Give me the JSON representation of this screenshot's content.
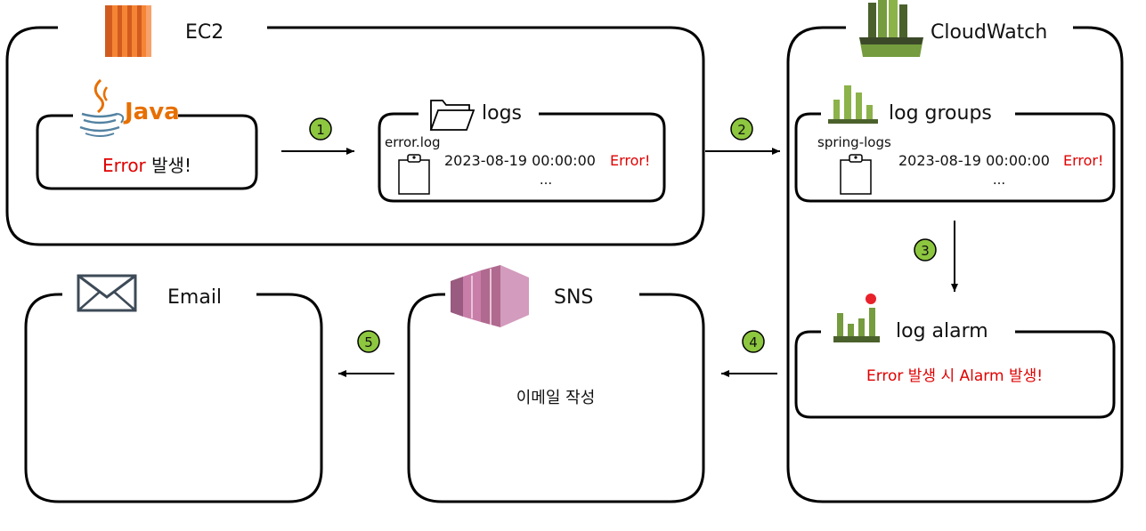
{
  "ec2": {
    "title": "EC2",
    "java": {
      "logo_text": "Java",
      "error_word": "Error",
      "suffix": " 발생!"
    },
    "logs": {
      "title": "logs",
      "file_name": "error.log",
      "timestamp": "2023-08-19 00:00:00",
      "error_word": "Error!",
      "ellipsis": "..."
    }
  },
  "cloudwatch": {
    "title": "CloudWatch",
    "log_groups": {
      "title": "log groups",
      "group_name": "spring-logs",
      "timestamp": "2023-08-19 00:00:00",
      "error_word": "Error!",
      "ellipsis": "..."
    },
    "log_alarm": {
      "title": "log alarm",
      "message": "Error 발생 시 Alarm 발생!"
    }
  },
  "sns": {
    "title": "SNS",
    "action": "이메일 작성"
  },
  "email": {
    "title": "Email"
  },
  "steps": [
    "1",
    "2",
    "3",
    "4",
    "5"
  ],
  "colors": {
    "ec2_orange": "#f58534",
    "cloudwatch_green": "#759c3e",
    "sns_pink": "#c97ea9",
    "step_badge": "#8dc63f",
    "error_red": "#e00000",
    "alarm_dot": "#e8212b"
  }
}
